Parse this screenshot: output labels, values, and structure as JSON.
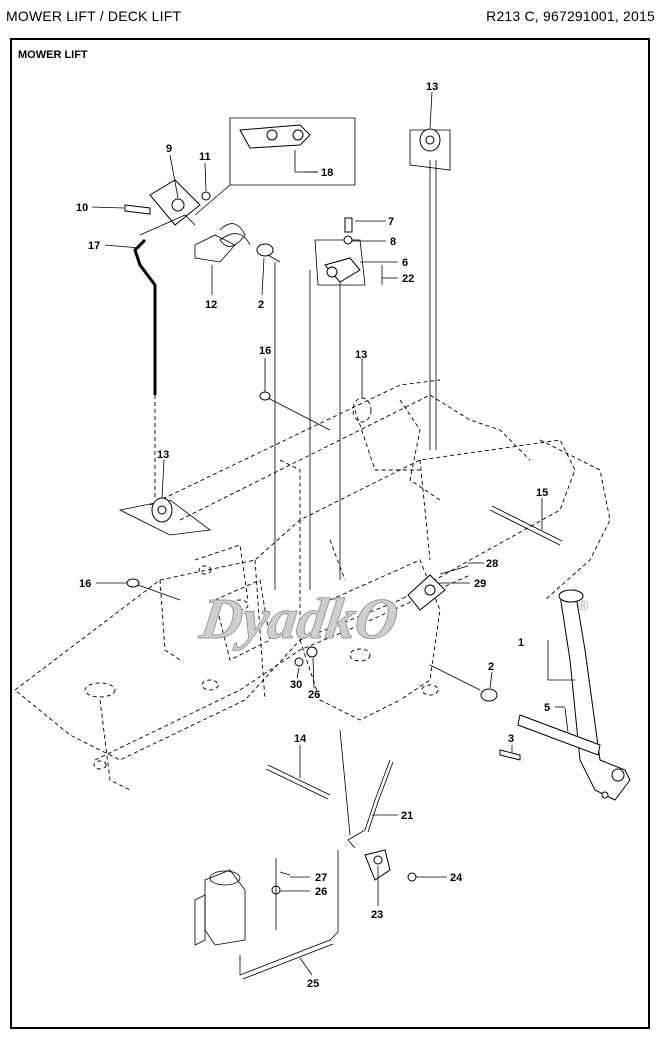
{
  "header": {
    "title": "MOWER LIFT / DECK LIFT",
    "model_info": "R213 C, 967291001, 2015"
  },
  "section": {
    "title": "MOWER LIFT"
  },
  "watermark": {
    "text": "DyadkO",
    "mark": "®"
  },
  "callouts": [
    {
      "id": "c-13a",
      "label": "13"
    },
    {
      "id": "c-18",
      "label": "18"
    },
    {
      "id": "c-9",
      "label": "9"
    },
    {
      "id": "c-11",
      "label": "11"
    },
    {
      "id": "c-10",
      "label": "10"
    },
    {
      "id": "c-17",
      "label": "17"
    },
    {
      "id": "c-12",
      "label": "12"
    },
    {
      "id": "c-2a",
      "label": "2"
    },
    {
      "id": "c-7",
      "label": "7"
    },
    {
      "id": "c-8",
      "label": "8"
    },
    {
      "id": "c-6",
      "label": "6"
    },
    {
      "id": "c-22",
      "label": "22"
    },
    {
      "id": "c-16a",
      "label": "16"
    },
    {
      "id": "c-13b",
      "label": "13"
    },
    {
      "id": "c-13c",
      "label": "13"
    },
    {
      "id": "c-15",
      "label": "15"
    },
    {
      "id": "c-16b",
      "label": "16"
    },
    {
      "id": "c-28",
      "label": "28"
    },
    {
      "id": "c-29",
      "label": "29"
    },
    {
      "id": "c-1",
      "label": "1"
    },
    {
      "id": "c-2b",
      "label": "2"
    },
    {
      "id": "c-30",
      "label": "30"
    },
    {
      "id": "c-26a",
      "label": "26"
    },
    {
      "id": "c-5",
      "label": "5"
    },
    {
      "id": "c-3",
      "label": "3"
    },
    {
      "id": "c-14",
      "label": "14"
    },
    {
      "id": "c-21",
      "label": "21"
    },
    {
      "id": "c-27",
      "label": "27"
    },
    {
      "id": "c-26b",
      "label": "26"
    },
    {
      "id": "c-24",
      "label": "24"
    },
    {
      "id": "c-23",
      "label": "23"
    },
    {
      "id": "c-25",
      "label": "25"
    }
  ]
}
